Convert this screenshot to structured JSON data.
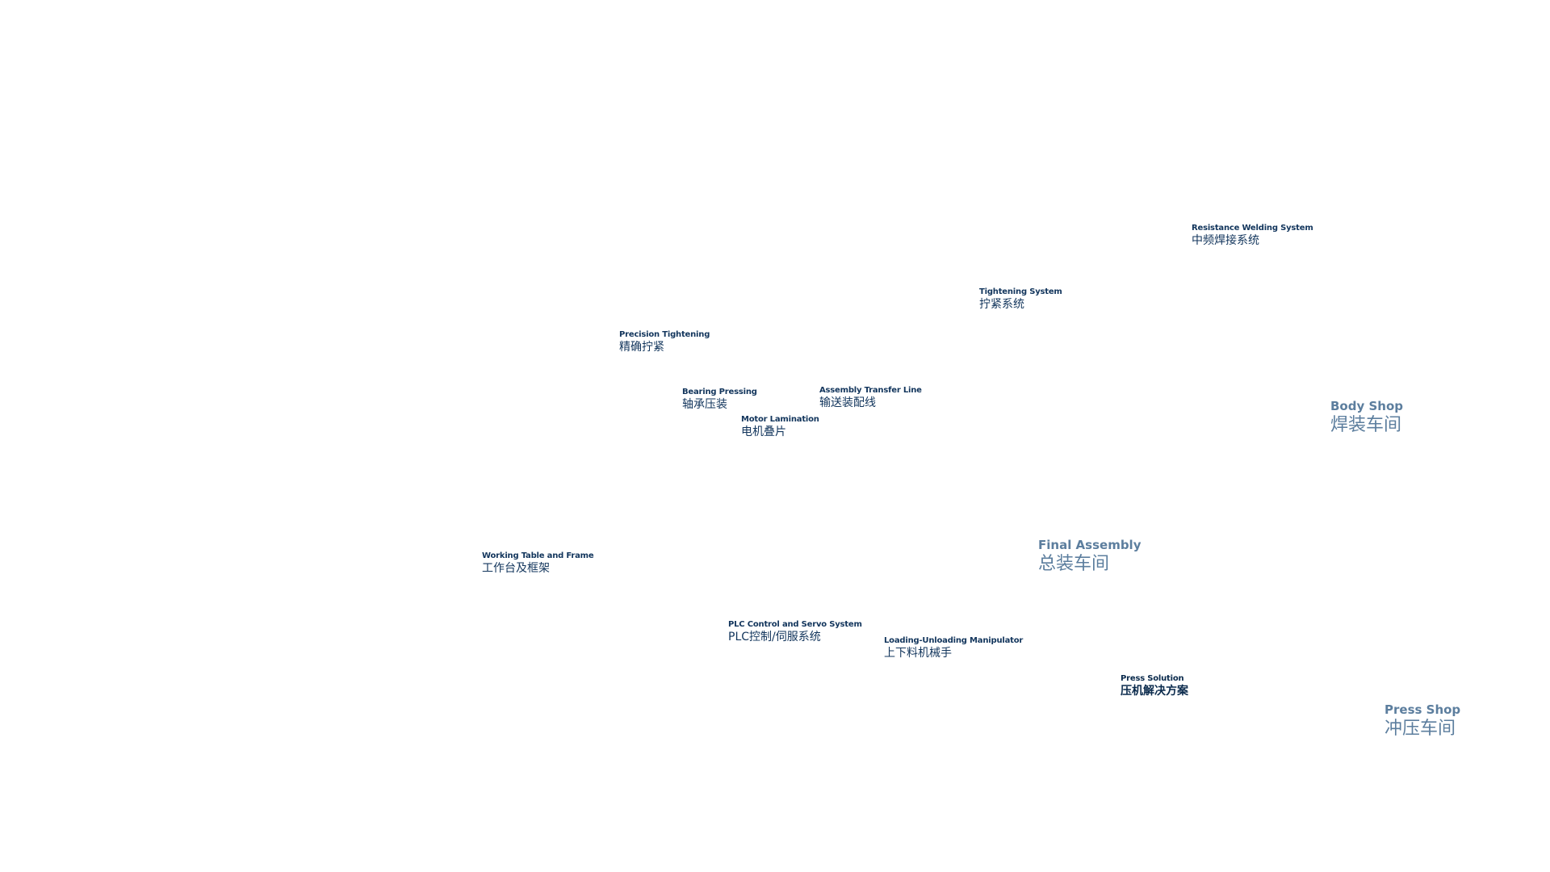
{
  "colors": {
    "background": "#ffffff",
    "label_text": "#12355c",
    "shop_text": "#5c7e9e"
  },
  "labels": {
    "resistance_welding": {
      "en": "Resistance Welding System",
      "zh": "中频焊接系统"
    },
    "tightening_system": {
      "en": "Tightening System",
      "zh": "拧紧系统"
    },
    "precision_tightening": {
      "en": "Precision Tightening",
      "zh": "精确拧紧"
    },
    "bearing_pressing": {
      "en": "Bearing Pressing",
      "zh": "轴承压装"
    },
    "assembly_transfer_line": {
      "en": "Assembly Transfer Line",
      "zh": "输送装配线"
    },
    "motor_lamination": {
      "en": "Motor Lamination",
      "zh": "电机叠片"
    },
    "working_table": {
      "en": "Working Table and Frame",
      "zh": "工作台及框架"
    },
    "plc_control": {
      "en": "PLC Control and Servo System",
      "zh": "PLC控制/伺服系统"
    },
    "loading_unloading": {
      "en": "Loading-Unloading Manipulator",
      "zh": "上下料机械手"
    },
    "press_solution": {
      "en": "Press Solution",
      "zh": "压机解决方案"
    }
  },
  "shops": {
    "body_shop": {
      "en": "Body Shop",
      "zh": "焊装车间"
    },
    "final_assembly": {
      "en": "Final Assembly",
      "zh": "总装车间"
    },
    "press_shop": {
      "en": "Press Shop",
      "zh": "冲压车间"
    }
  }
}
